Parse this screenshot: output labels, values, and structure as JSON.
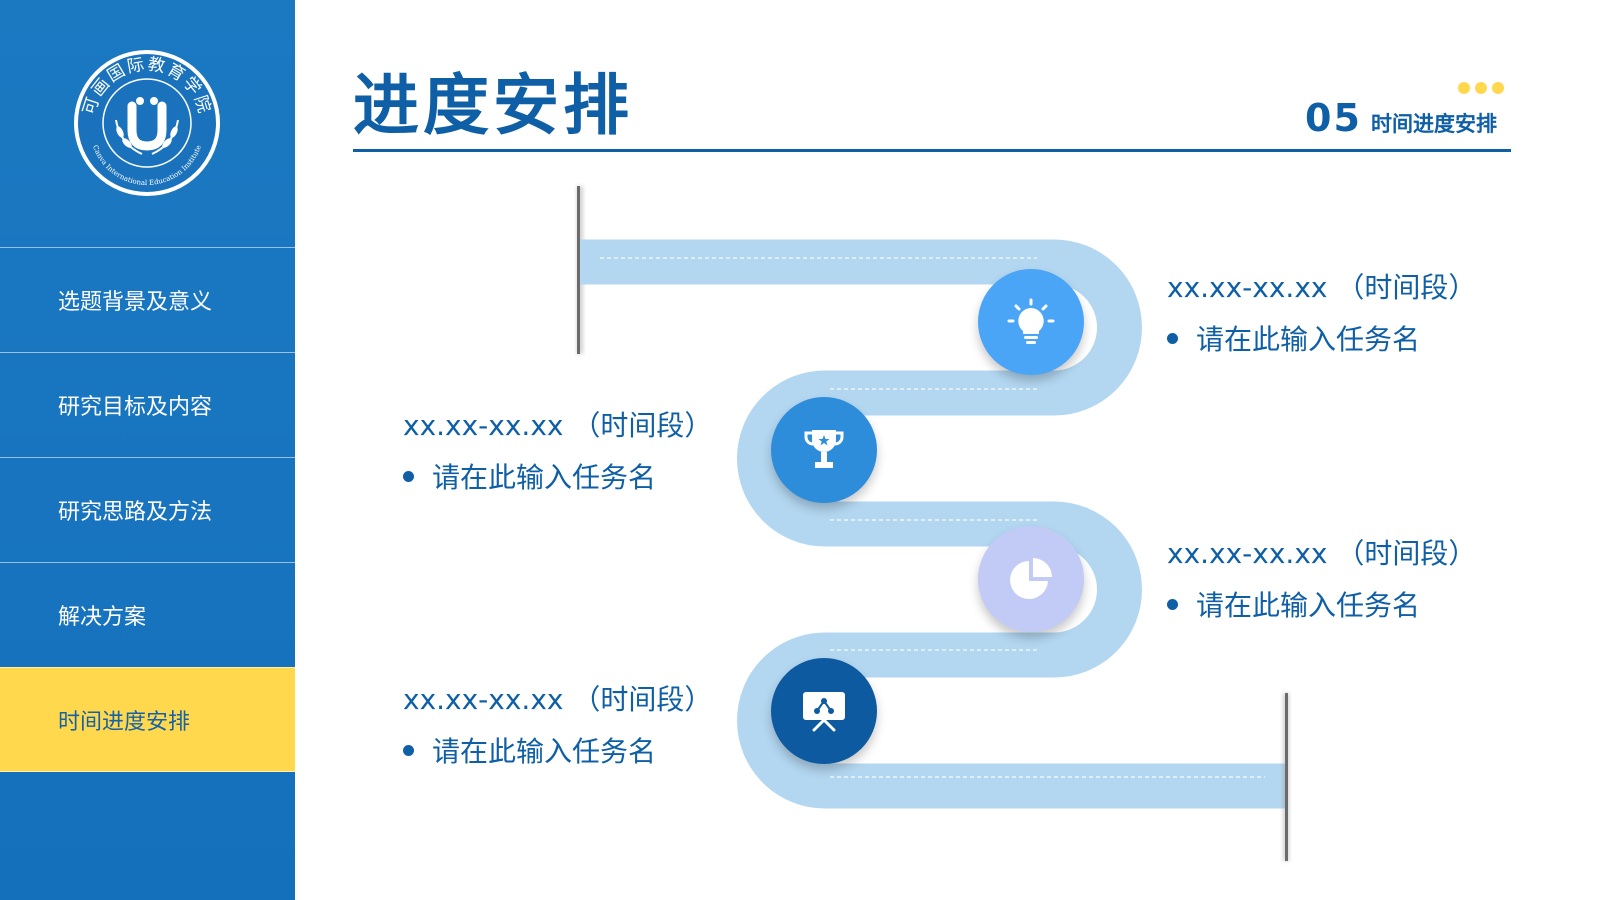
{
  "logo": {
    "name_cn": "可画国际教育学院",
    "name_en": "Canva International Education Institute"
  },
  "sidebar": {
    "items": [
      {
        "label": "选题背景及意义",
        "active": false
      },
      {
        "label": "研究目标及内容",
        "active": false
      },
      {
        "label": "研究思路及方法",
        "active": false
      },
      {
        "label": "解决方案",
        "active": false
      },
      {
        "label": "时间进度安排",
        "active": true
      }
    ]
  },
  "header": {
    "title": "进度安排",
    "section_number": "05",
    "section_name": "时间进度安排"
  },
  "milestones": [
    {
      "range": "xx.xx-xx.xx （时间段）",
      "task": "请在此输入任务名",
      "icon": "lightbulb-icon"
    },
    {
      "range": "xx.xx-xx.xx （时间段）",
      "task": "请在此输入任务名",
      "icon": "trophy-icon"
    },
    {
      "range": "xx.xx-xx.xx （时间段）",
      "task": "请在此输入任务名",
      "icon": "pie-chart-icon"
    },
    {
      "range": "xx.xx-xx.xx （时间段）",
      "task": "请在此输入任务名",
      "icon": "presentation-icon"
    }
  ],
  "colors": {
    "primary": "#0f5fa6",
    "sidebar": "#1b79c2",
    "accent": "#ffd84d",
    "road": "#b3d7f1"
  }
}
